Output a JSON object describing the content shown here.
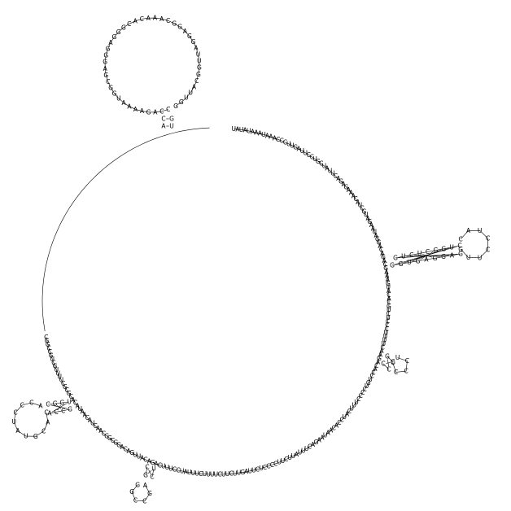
{
  "structure": {
    "format": "RNA secondary structure plot",
    "nucleotide_count": 316,
    "main_loop_sequence": "UAUAUAAAUAAACCCUUGAUUCCUGCUAUUCAGAGAAACAUCGUAGAAUAGGACAGACGAAAGUACACGUCUCCCUUUUCAAGACACCUGUCCCCUUUCAUCCACAAUAAGACUUUAUUCUUCCCCUCUUAGUUCUUCUUUUCUUUAUCCUUUCAGACAUUGACAGGCGGCAACUACAAUACACGCGCUUUUGCUGCCGGC",
    "hairpin_top_loop": "CCAGAAAAUGGCGAGGGAGGGCACAAACGGAGGAUUGGCAUUGG",
    "hairpin_top_stem": [
      [
        "C",
        "G"
      ],
      [
        "A",
        "U"
      ]
    ],
    "hairpin_right": {
      "five_prime": "GUCUCGGUC",
      "loop": "CAUCCUUG",
      "three_prime": "GGUGAGGAG"
    },
    "hairpin_small_right": {
      "five_prime": "GG",
      "loop": "UCCCC",
      "three_prime": "CC"
    },
    "hairpin_left": {
      "five_prime": "UGGC",
      "loop": "CACGUAUCCCA",
      "three_prime": "GCCA"
    },
    "hairpin_bottom": {
      "five_prime": "CG",
      "loop": "AGCCGG",
      "three_prime": "UC"
    }
  }
}
